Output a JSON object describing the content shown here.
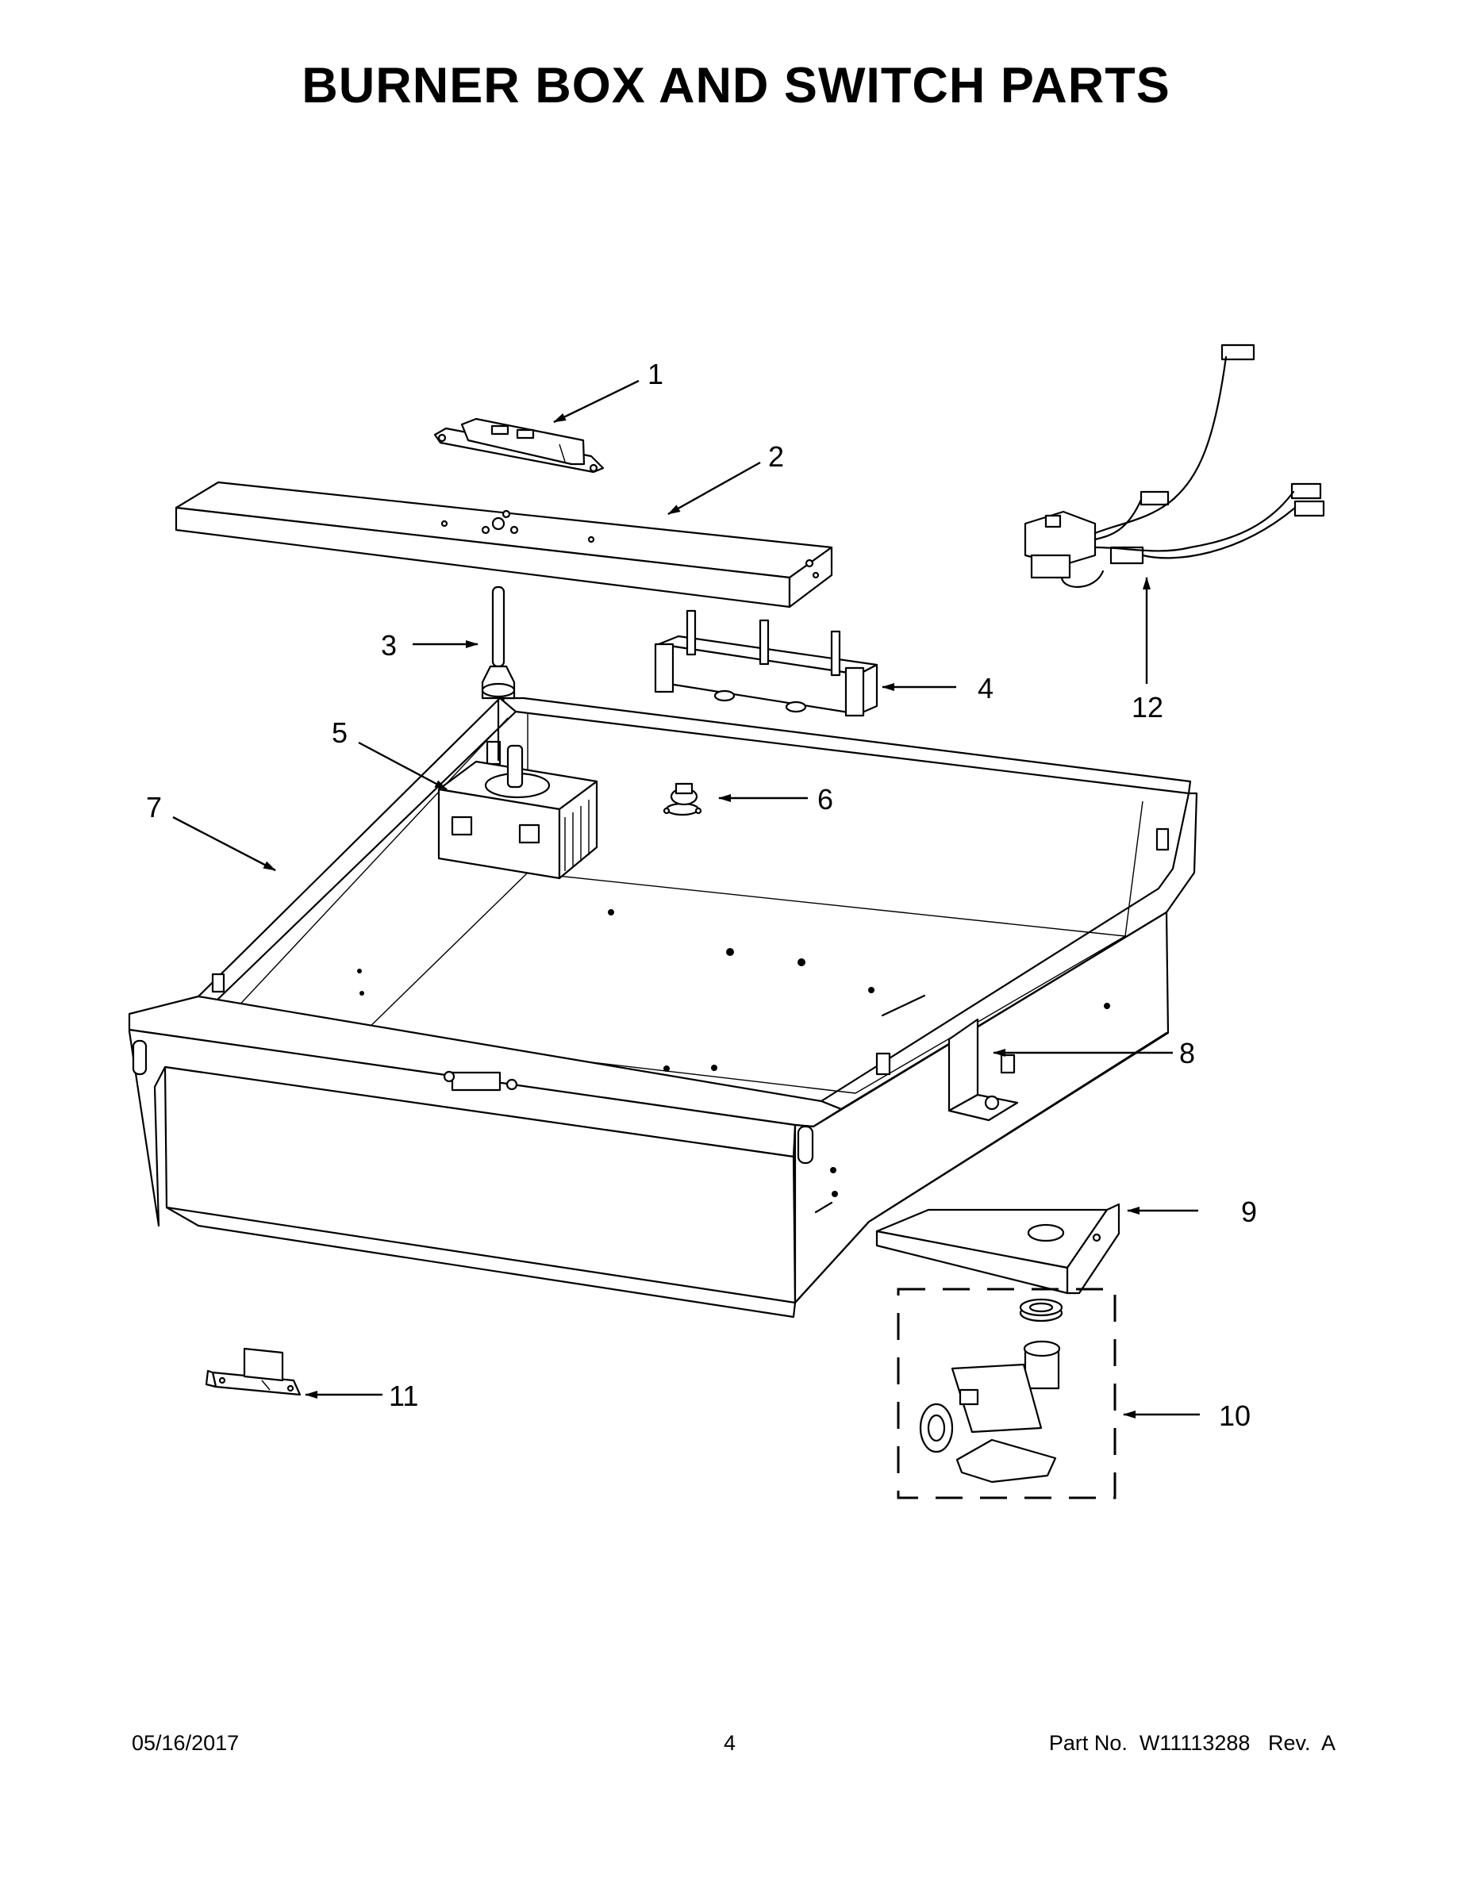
{
  "title": "BURNER BOX AND SWITCH PARTS",
  "callouts": [
    "1",
    "2",
    "3",
    "4",
    "5",
    "6",
    "7",
    "8",
    "9",
    "10",
    "11",
    "12"
  ],
  "footer": {
    "date": "05/16/2017",
    "page": "4",
    "part": "Part No.  W11113288   Rev.  A"
  }
}
